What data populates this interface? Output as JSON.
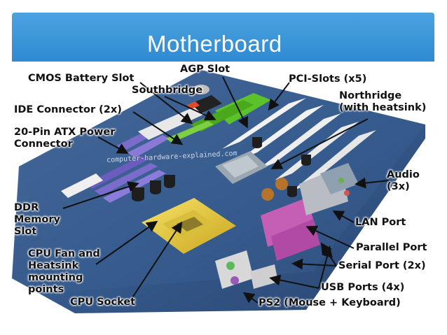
{
  "slide": {
    "title": "Motherboard",
    "accent_color": "#2f8ad2"
  },
  "image": {
    "description_icon": "motherboard-photo",
    "watermark": "computer-hardware-explained.com"
  },
  "labels": {
    "cmos": "CMOS Battery Slot",
    "agp": "AGP Slot",
    "southbridge": "Southbridge",
    "pci": "PCI-Slots (x5)",
    "northbridge": "Northridge\n(with heatsink)",
    "ide": "IDE Connector (2x)",
    "atx": "20-Pin ATX Power\nConnector",
    "audio": "Audio\n(3x)",
    "ddr": "DDR\nMemory\nSlot",
    "lan": "LAN Port",
    "cpu_fan": "CPU Fan and\nHeatsink\nmounting\npoints",
    "parallel": "Parallel Port",
    "serial": "Serial Port (2x)",
    "usb": "USB Ports (4x)",
    "cpu_socket": "CPU Socket",
    "ps2": "PS2 (Mouse  + Keyboard)"
  }
}
